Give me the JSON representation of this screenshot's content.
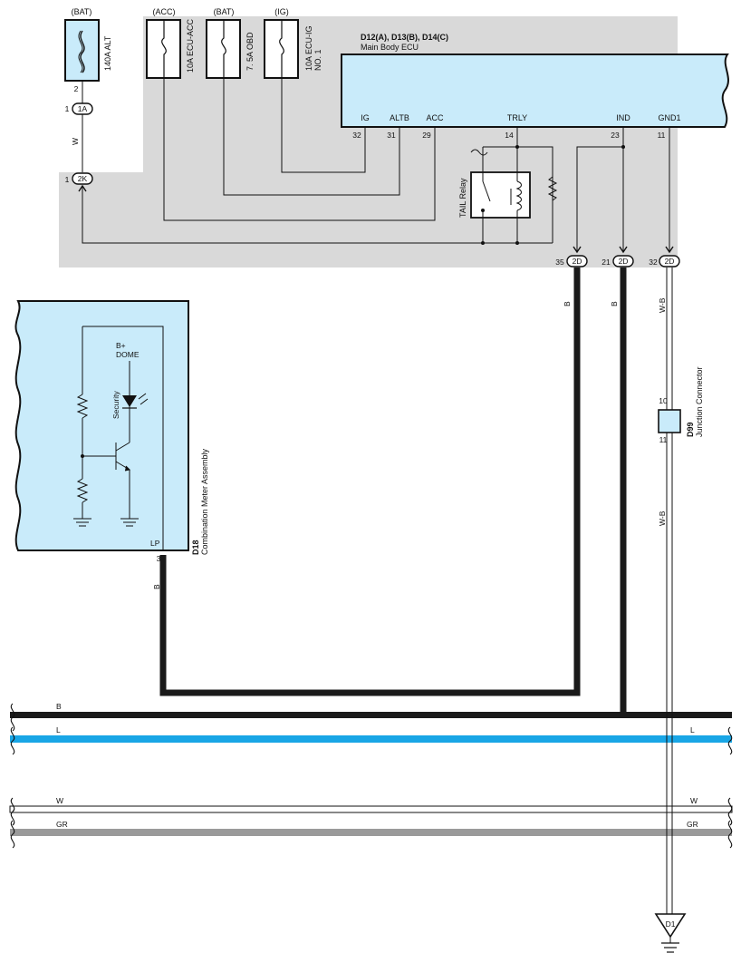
{
  "fuses": [
    {
      "source": "(BAT)",
      "name": "140A ALT"
    },
    {
      "source": "(ACC)",
      "name": "10A ECU-ACC"
    },
    {
      "source": "(BAT)",
      "name": "7. 5A OBD"
    },
    {
      "source": "(IG)",
      "name_line1": "10A ECU-IG",
      "name_line2": "NO. 1"
    }
  ],
  "ecu": {
    "codes": "D12(A), D13(B), D14(C)",
    "name": "Main Body ECU",
    "terminals": [
      {
        "label": "IG",
        "pin": "32"
      },
      {
        "label": "ALTB",
        "pin": "31"
      },
      {
        "label": "ACC",
        "pin": "29"
      },
      {
        "label": "TRLY",
        "pin": "14"
      },
      {
        "label": "IND",
        "pin": "23"
      },
      {
        "label": "GND1",
        "pin": "11"
      }
    ]
  },
  "connectors": {
    "c1A": {
      "id": "1A",
      "pin": "2",
      "pin_left": "1"
    },
    "c2K": {
      "id": "2K",
      "pin_left": "1"
    },
    "c2D": [
      {
        "id": "2D",
        "pin": "35"
      },
      {
        "id": "2D",
        "pin": "21"
      },
      {
        "id": "2D",
        "pin": "32"
      }
    ]
  },
  "relay": {
    "name": "TAIL Relay"
  },
  "meter": {
    "code": "D18",
    "name": "Combination Meter Assembly",
    "bplus": "B+",
    "dome": "DOME",
    "led": "Security",
    "terminal": "LP",
    "pin": "3"
  },
  "junction": {
    "code": "D99",
    "name": "Junction Connector",
    "pin_top": "10",
    "pin_bottom": "11"
  },
  "wire_colors": {
    "w_fuse": "W",
    "b1": "B",
    "b2": "B",
    "wb1": "W-B",
    "wb2": "W-B",
    "b_meter": "B"
  },
  "bus_lines": [
    {
      "label": "B",
      "label_right": "",
      "color": "#1a1a1a"
    },
    {
      "label": "L",
      "label_right": "L",
      "color": "#19a6e6"
    },
    {
      "label": "W",
      "label_right": "W",
      "color": "#ffffff"
    },
    {
      "label": "GR",
      "label_right": "GR",
      "color": "#9a9a9a"
    }
  ],
  "ground": {
    "id": "D1"
  },
  "colors": {
    "shade": "#d9d9d9",
    "component": "#c9ebfa"
  }
}
